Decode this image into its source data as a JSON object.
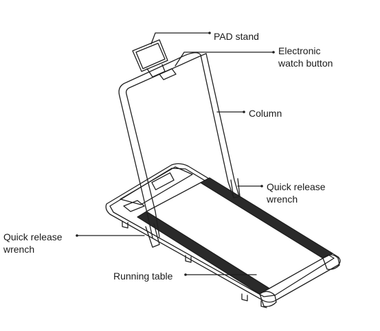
{
  "labels": {
    "pad_stand": "PAD stand",
    "electronic_watch_button": "Electronic\nwatch button",
    "column": "Column",
    "quick_release_wrench_right": "Quick release\nwrench",
    "quick_release_wrench_left": "Quick release\nwrench",
    "running_table": "Running table"
  },
  "colors": {
    "line": "#1e1e1e",
    "belt": "#2a2a2a",
    "background": "#ffffff"
  }
}
